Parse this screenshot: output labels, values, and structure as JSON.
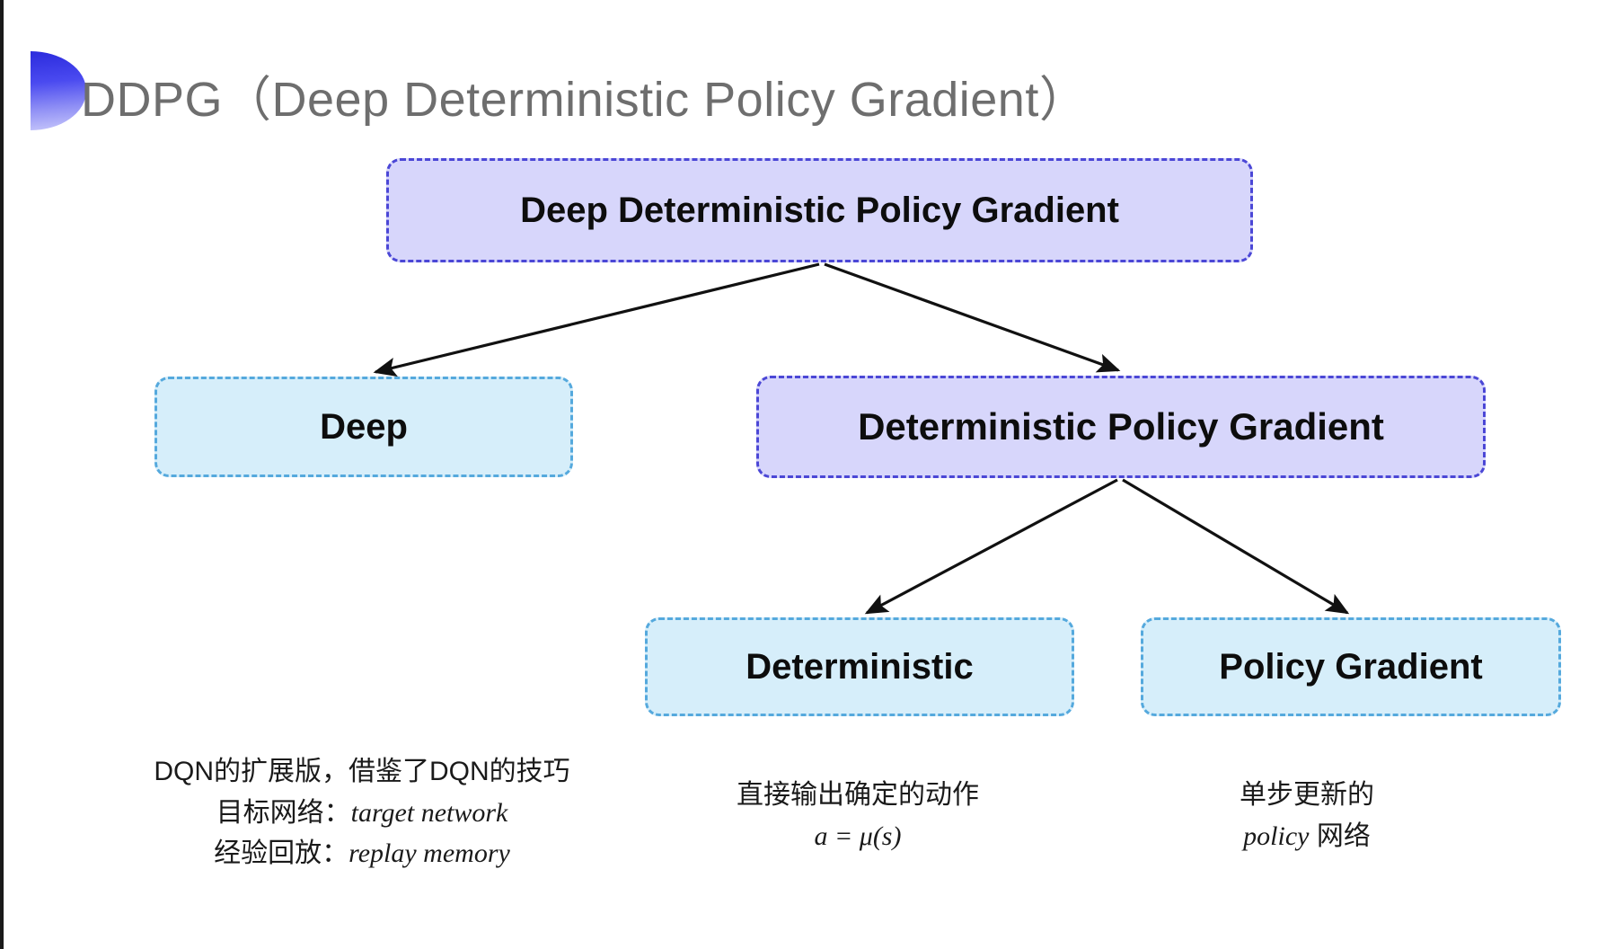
{
  "slide": {
    "title": "DDPG（Deep Deterministic Policy Gradient）",
    "accent_purple": "#4b47d6",
    "accent_cyan": "#55a9dd",
    "fill_purple": "#d7d6fb",
    "fill_cyan": "#d6eefa",
    "title_color": "#6e6e6e",
    "background": "#ffffff"
  },
  "diagram": {
    "nodes": {
      "root": "Deep Deterministic Policy Gradient",
      "deep": "Deep",
      "dpg": "Deterministic Policy Gradient",
      "deterministic": "Deterministic",
      "policy_gradient": "Policy Gradient"
    },
    "edges": [
      {
        "from": "root",
        "to": "deep"
      },
      {
        "from": "root",
        "to": "dpg"
      },
      {
        "from": "dpg",
        "to": "deterministic"
      },
      {
        "from": "dpg",
        "to": "policy_gradient"
      }
    ]
  },
  "captions": {
    "deep": {
      "line1": "DQN的扩展版，借鉴了DQN的技巧",
      "line2_label": "目标网络：",
      "line2_term": "target network",
      "line3_label": "经验回放：",
      "line3_term": "replay memory"
    },
    "deterministic": {
      "line1": "直接输出确定的动作",
      "formula": "a = μ(s)"
    },
    "policy_gradient": {
      "line1": "单步更新的",
      "line2_term": "policy",
      "line2_suffix": " 网络"
    }
  }
}
